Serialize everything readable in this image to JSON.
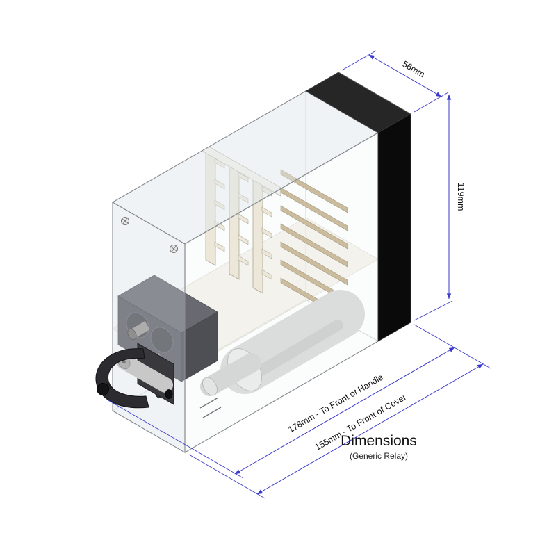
{
  "title": {
    "main": "Dimensions",
    "subtitle": "(Generic Relay)"
  },
  "dimensions": {
    "width_label": "56mm",
    "height_label": "119mm",
    "depth_handle_label": "178mm - To Front of Handle",
    "depth_cover_label": "155mm - To Front of Cover"
  },
  "colors": {
    "background": "#ffffff",
    "dimension_line": "#3b3bcc",
    "dimension_text": "#111111",
    "front_panel_black": "#0a0a0a",
    "cover_edge_gray": "#858a90",
    "internal_fin_tan": "#c2ae87",
    "internal_contact_cream": "#ece5d2",
    "cylinder_gray": "#d9d9d9",
    "handle_dark": "#2b2b30"
  }
}
